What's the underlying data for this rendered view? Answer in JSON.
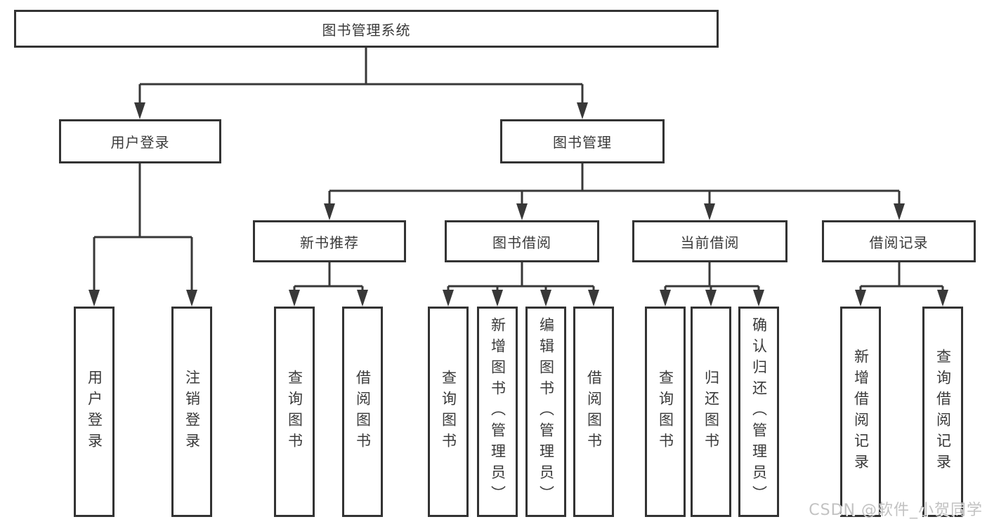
{
  "diagram": {
    "root": {
      "label": "图书管理系统"
    },
    "level2": {
      "user_login": {
        "label": "用户登录"
      },
      "book_mgmt": {
        "label": "图书管理"
      }
    },
    "level3": {
      "new_book_rec": {
        "label": "新书推荐"
      },
      "book_borrow": {
        "label": "图书借阅"
      },
      "current_borrow": {
        "label": "当前借阅"
      },
      "borrow_record": {
        "label": "借阅记录"
      }
    },
    "leaves": {
      "user_login_leaf": {
        "label": "用户登录"
      },
      "logout_leaf": {
        "label": "注销登录"
      },
      "rec_query_books": {
        "label": "查询图书"
      },
      "rec_borrow_books": {
        "label": "借阅图书"
      },
      "bb_query_books": {
        "label": "查询图书"
      },
      "bb_add_books": {
        "label": "新增图书（管理员）"
      },
      "bb_edit_books": {
        "label": "编辑图书（管理员）"
      },
      "bb_borrow_books": {
        "label": "借阅图书"
      },
      "cb_query_books": {
        "label": "查询图书"
      },
      "cb_return_books": {
        "label": "归还图书"
      },
      "cb_confirm_return": {
        "label": "确认归还（管理员）"
      },
      "br_add_record": {
        "label": "新增借阅记录"
      },
      "br_query_record": {
        "label": "查询借阅记录"
      }
    }
  },
  "watermark": {
    "text": "CSDN @软件_小贺同学",
    "color": "#c2c2c2"
  },
  "colors": {
    "line": "#383838",
    "border": "#333333",
    "text": "#3a3a3a",
    "background": "#ffffff"
  }
}
